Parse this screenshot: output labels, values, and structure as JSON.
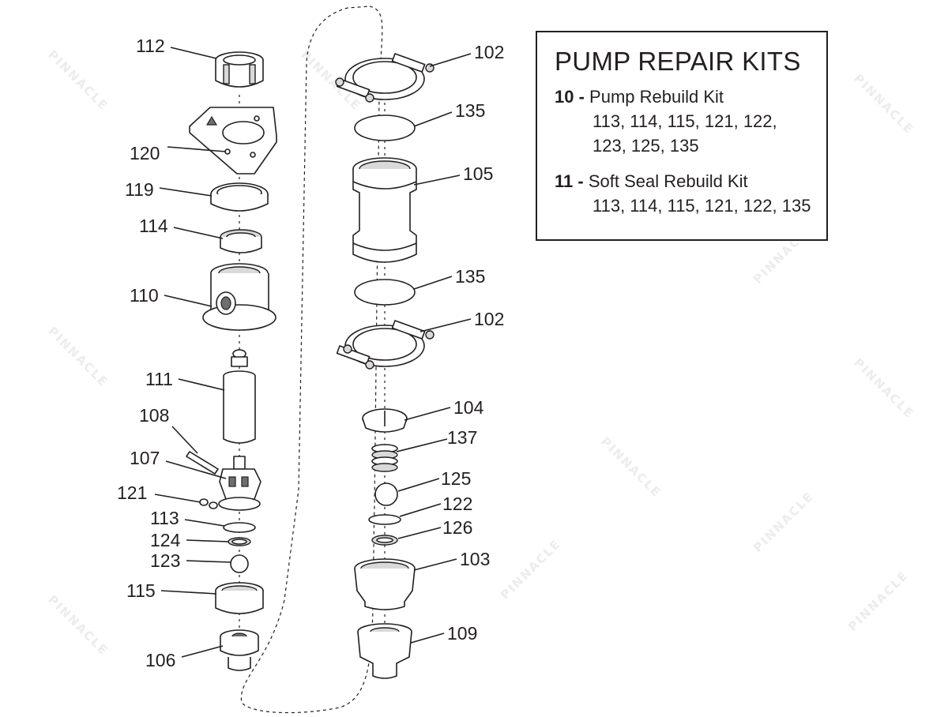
{
  "kits_panel": {
    "title": "PUMP REPAIR KITS",
    "kits": [
      {
        "number": "10 -",
        "name": "Pump Rebuild Kit",
        "parts_line1": "113, 114, 115, 121, 122,",
        "parts_line2": "123, 125, 135"
      },
      {
        "number": "11 -",
        "name": "Soft Seal Rebuild Kit",
        "parts_line1": "113, 114, 115, 121, 122, 135",
        "parts_line2": ""
      }
    ]
  },
  "left_assembly_labels": {
    "l112": "112",
    "l120": "120",
    "l119": "119",
    "l114": "114",
    "l110": "110",
    "l111": "111",
    "l108": "108",
    "l107": "107",
    "l121": "121",
    "l113": "113",
    "l124": "124",
    "l123": "123",
    "l115": "115",
    "l106": "106"
  },
  "right_assembly_labels": {
    "l102a": "102",
    "l135a": "135",
    "l105": "105",
    "l135b": "135",
    "l102b": "102",
    "l104": "104",
    "l137": "137",
    "l125": "125",
    "l122": "122",
    "l126": "126",
    "l103": "103",
    "l109": "109"
  },
  "watermark": {
    "text": "PINNACLE"
  },
  "colors": {
    "line": "#231f20",
    "shade": "#d9d9d9",
    "watermark": "#ececec"
  }
}
